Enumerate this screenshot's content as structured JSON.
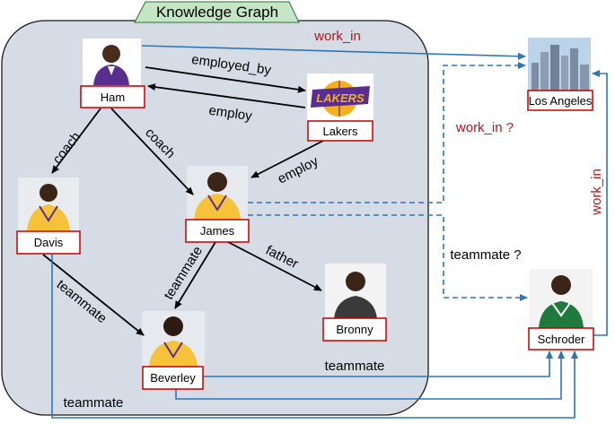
{
  "title": "Knowledge Graph",
  "nodes": {
    "ham": "Ham",
    "lakers": "Lakers",
    "davis": "Davis",
    "james": "James",
    "beverley": "Beverley",
    "bronny": "Bronny",
    "los_angeles": "Los Angeles",
    "schroder": "Schroder"
  },
  "edges": {
    "employed_by": "employed_by",
    "employ_ham": "employ",
    "employ_james": "employ",
    "coach_davis": "coach",
    "coach_james": "coach",
    "teammate_davis_beverley": "teammate",
    "teammate_james_beverley": "teammate",
    "father": "father",
    "work_in_ham": "work_in",
    "work_in_query": "work_in ?",
    "teammate_query": "teammate ?",
    "work_in_schroder": "work_in",
    "teammate_beverley_schroder": "teammate",
    "teammate_davis_schroder": "teammate"
  },
  "colors": {
    "panel_fill": "#d5dce6",
    "title_fill": "#c4e6c4",
    "solid_edge": "#000000",
    "blue_edge": "#2e75b6",
    "label_border": "#c00000",
    "red_text": "#b01820"
  }
}
